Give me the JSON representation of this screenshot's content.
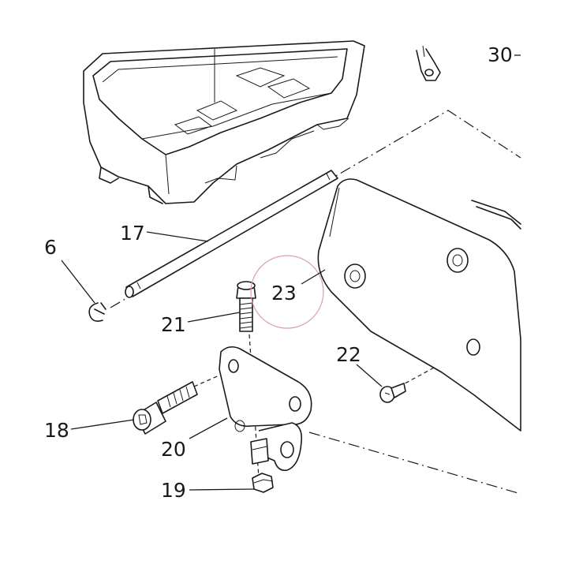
{
  "labels": {
    "p6": "6",
    "p17": "17",
    "p18": "18",
    "p19": "19",
    "p20": "20",
    "p21": "21",
    "p22": "22",
    "p23": "23",
    "p30": "30"
  },
  "colors": {
    "line": "#1a1a1a",
    "highlight_circle": "#d9a0a8",
    "background": "#ffffff"
  }
}
